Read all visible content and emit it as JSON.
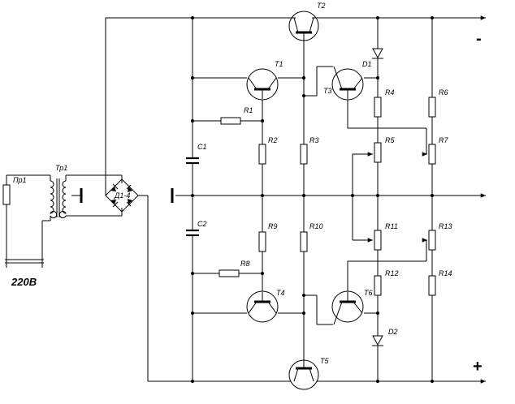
{
  "labels": {
    "pr1": "Пр1",
    "tr1": "Тр1",
    "d14": "Д1-4",
    "mains": "220В",
    "c1": "C1",
    "c2": "C2",
    "t1": "T1",
    "t2": "T2",
    "t3": "T3",
    "t4": "T4",
    "t5": "T5",
    "t6": "T6",
    "d1": "D1",
    "d2": "D2",
    "r1": "R1",
    "r2": "R2",
    "r3": "R3",
    "r4": "R4",
    "r5": "R5",
    "r6": "R6",
    "r7": "R7",
    "r8": "R8",
    "r9": "R9",
    "r10": "R10",
    "r11": "R11",
    "r12": "R12",
    "r13": "R13",
    "r14": "R14",
    "minus": "-",
    "plus": "+"
  }
}
